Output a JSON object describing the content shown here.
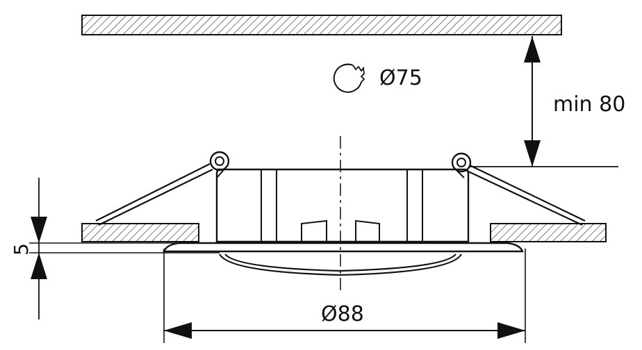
{
  "diagram": {
    "cutout_diameter_label": "Ø75",
    "outer_diameter_label": "Ø88",
    "min_depth_label": "min 80",
    "flange_height_label": "5",
    "symbols": {
      "cutout": "hole-saw-icon"
    },
    "colors": {
      "line": "#111111",
      "background": "#ffffff"
    }
  }
}
